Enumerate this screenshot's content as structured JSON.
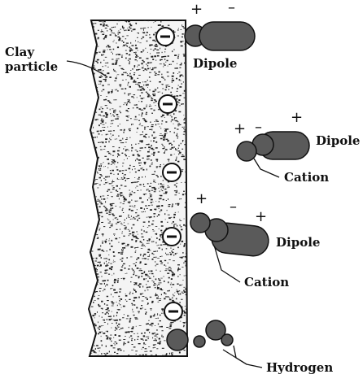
{
  "labels": {
    "clay_particle_line1": "Clay",
    "clay_particle_line2": "particle",
    "dipole": "Dipole",
    "cation": "Cation",
    "hydrogen": "Hydrogen"
  },
  "signs": {
    "plus": "+",
    "minus": "–",
    "negative_charge": "−"
  },
  "colors": {
    "molecule_fill": "#5a5a5a",
    "outline": "#111111",
    "speckle": "#222222",
    "background": "#ffffff"
  }
}
